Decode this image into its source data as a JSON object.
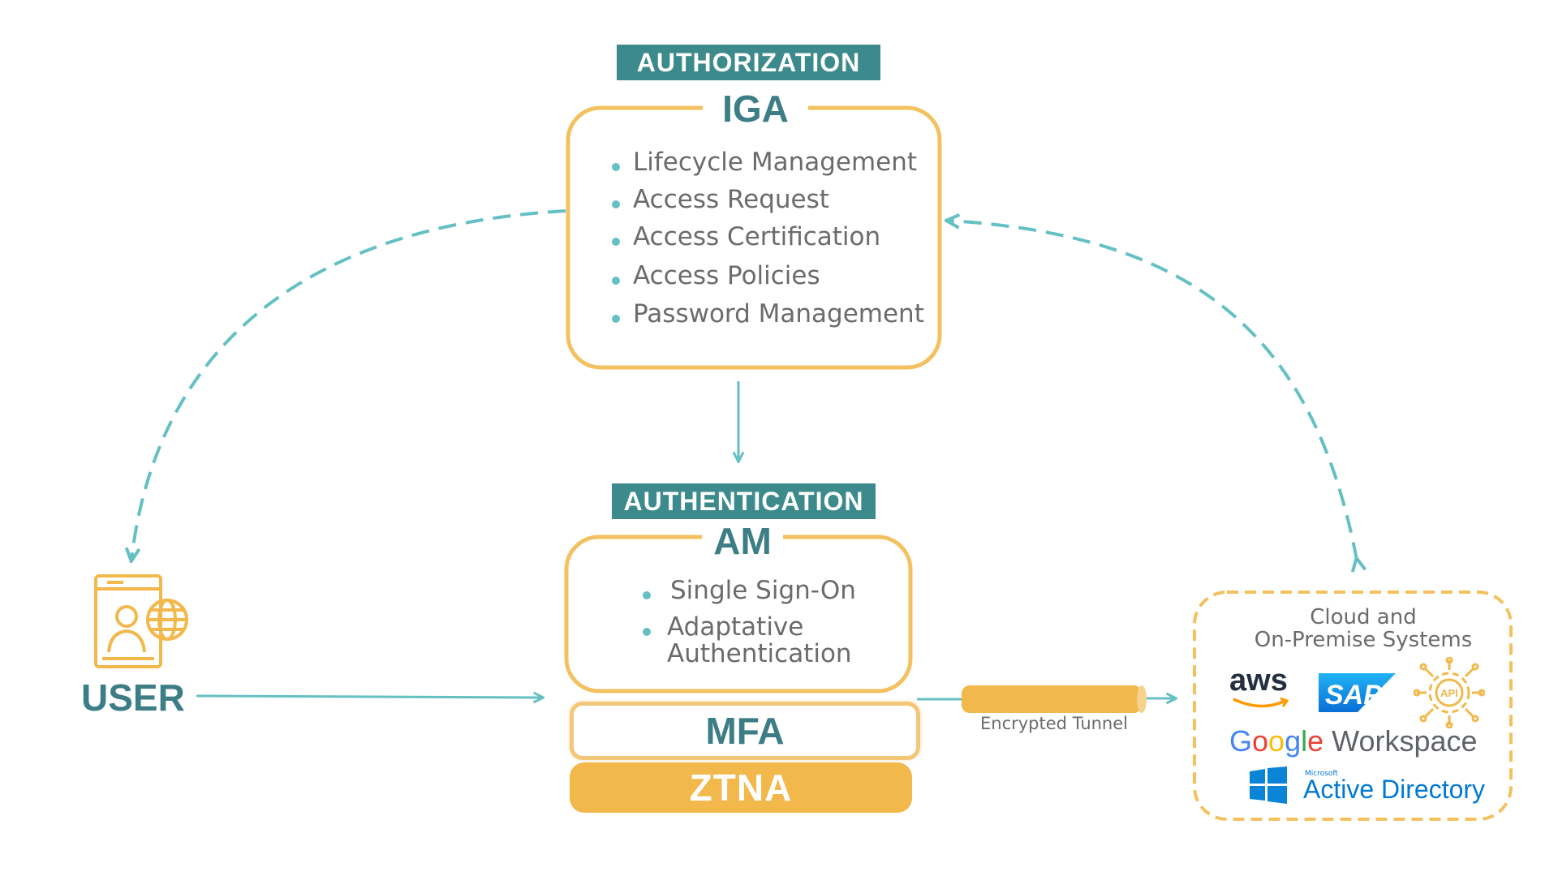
{
  "authorization": {
    "badge": "AUTHORIZATION",
    "title": "IGA",
    "items": [
      "Lifecycle Management",
      "Access Request",
      "Access Certification",
      "Access Policies",
      "Password Management"
    ]
  },
  "authentication": {
    "badge": "AUTHENTICATION",
    "title": "AM",
    "items": [
      "Single Sign-On",
      "Adaptative",
      "Authentication"
    ]
  },
  "layers": {
    "mfa": "MFA",
    "ztna": "ZTNA"
  },
  "user": {
    "label": "USER",
    "icon": "user-globe-icon"
  },
  "tunnel": {
    "label": "Encrypted Tunnel"
  },
  "systems": {
    "title_line1": "Cloud and",
    "title_line2": "On-Premise Systems",
    "logos": {
      "aws": "aws",
      "sap": "SAP",
      "api": "API",
      "google_g": "G",
      "google_o1": "o",
      "google_o2": "o",
      "google_g2": "g",
      "google_l": "l",
      "google_e": "e",
      "workspace": " Workspace",
      "microsoft": "Microsoft",
      "active_directory": "Active Directory"
    }
  },
  "colors": {
    "teal": "#3c8a8c",
    "teal_text": "#3c7d86",
    "orange": "#f2b84c",
    "arrow": "#65c0c4"
  }
}
